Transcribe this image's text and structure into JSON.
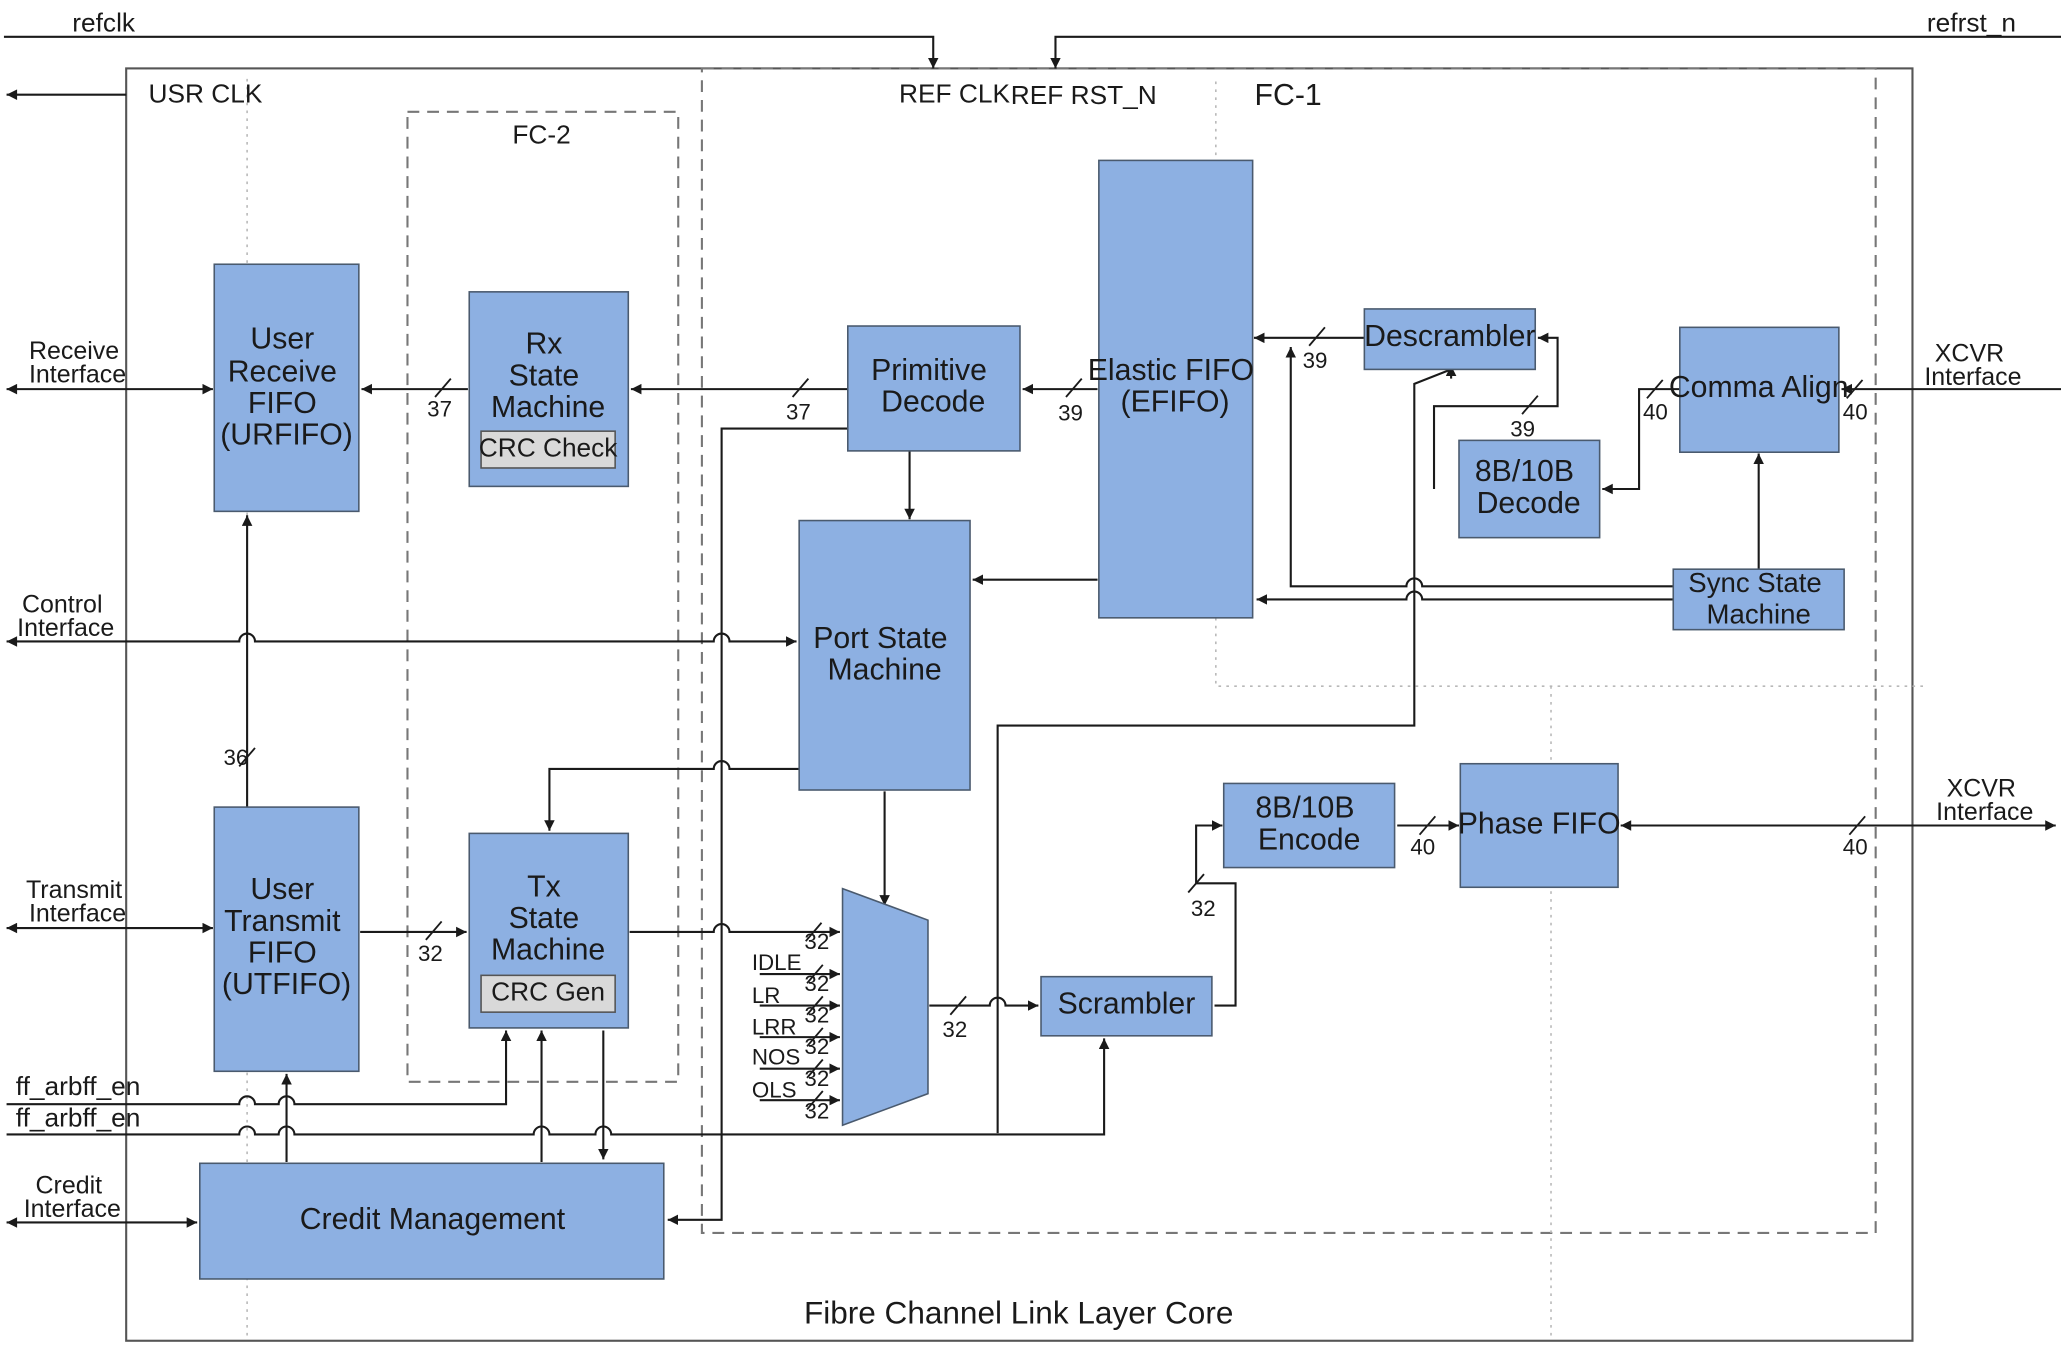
{
  "diagram": {
    "title": "Fibre Channel Link Layer Core",
    "regions": {
      "fc2": "FC-2",
      "fc1": "FC-1"
    },
    "clocks": {
      "refclk": "refclk",
      "refrst_n": "refrst_n",
      "usr_clk": "USR CLK",
      "ref_clk": "REF CLK",
      "ref_rst_n": "REF RST_N"
    },
    "interfaces": {
      "receive": [
        "Receive",
        "Interface"
      ],
      "control": [
        "Control",
        "Interface"
      ],
      "transmit": [
        "Transmit",
        "Interface"
      ],
      "credit": [
        "Credit",
        "Interface"
      ],
      "xcvr_rx": [
        "XCVR",
        "Interface"
      ],
      "xcvr_tx": [
        "XCVR",
        "Interface"
      ],
      "ff_arbff_en_1": "ff_arbff_en",
      "ff_arbff_en_2": "ff_arbff_en"
    },
    "blocks": {
      "urfifo": [
        "User",
        "Receive",
        "FIFO",
        "(URFIFO)"
      ],
      "rx_sm": [
        "Rx",
        "State",
        "Machine"
      ],
      "crc_check": "CRC Check",
      "prim_decode": [
        "Primitive",
        "Decode"
      ],
      "efifo": [
        "Elastic FIFO",
        "(EFIFO)"
      ],
      "descrambler": "Descrambler",
      "comma_align": "Comma Align",
      "dec8b10b": [
        "8B/10B",
        "Decode"
      ],
      "sync_sm": [
        "Sync State",
        "Machine"
      ],
      "port_sm": [
        "Port State",
        "Machine"
      ],
      "utfifo": [
        "User",
        "Transmit",
        "FIFO",
        "(UTFIFO)"
      ],
      "tx_sm": [
        "Tx",
        "State",
        "Machine"
      ],
      "crc_gen": "CRC Gen",
      "enc8b10b": [
        "8B/10B",
        "Encode"
      ],
      "phase_fifo": "Phase FIFO",
      "scrambler": "Scrambler",
      "credit_mgmt": "Credit Management"
    },
    "mux_inputs": [
      "IDLE",
      "LR",
      "LRR",
      "NOS",
      "OLS"
    ],
    "bus_widths": {
      "urfifo_rx": "37",
      "rx_prim": "37",
      "prim_efifo": "39",
      "efifo_desc": "39",
      "desc_dec": "39",
      "dec_comma": "40",
      "xcvr_comma": "40",
      "utfifo_urfifo": "36",
      "utfifo_tx": "32",
      "tx_mux": "32",
      "mux_in_1": "32",
      "mux_in_2": "32",
      "mux_in_3": "32",
      "mux_in_4": "32",
      "mux_in_5": "32",
      "mux_out": "32",
      "scr_enc": "32",
      "enc_phase": "40",
      "phase_xcvr": "40"
    },
    "colors": {
      "block_fill": "#8DB0E2",
      "sub_block_fill": "#D9D9D9",
      "line": "#1A1A1A"
    }
  }
}
